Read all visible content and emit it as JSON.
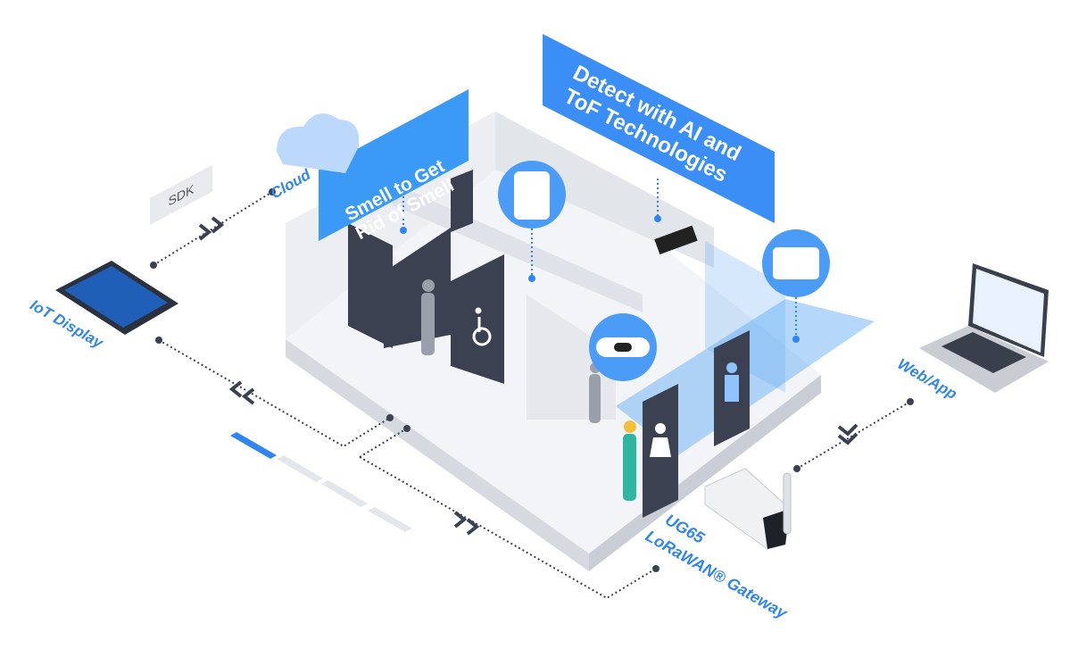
{
  "banners": {
    "smell": {
      "line1": "Smell to Get",
      "line2": "Rid of Smell"
    },
    "detect": {
      "line1": "Detect with AI and",
      "line2": "ToF Technologies"
    }
  },
  "labels": {
    "cloud": "Cloud",
    "sdk": "SDK",
    "iot_display": "IoT Display",
    "web_app": "Web/App",
    "gateway_line1": "UG65",
    "gateway_line2": "LoRaWAN® Gateway"
  },
  "colors": {
    "accent": "#2f86f0",
    "banner": "#3a8ef5",
    "wall": "#e9ebef",
    "partition": "#3b4150",
    "glass": "#5aa8f5"
  },
  "icons": [
    "cloud-icon",
    "tablet-icon",
    "laptop-icon",
    "gateway-icon",
    "sensor-icon",
    "wheelchair-icon",
    "male-icon",
    "female-icon",
    "chevrons-icon"
  ]
}
